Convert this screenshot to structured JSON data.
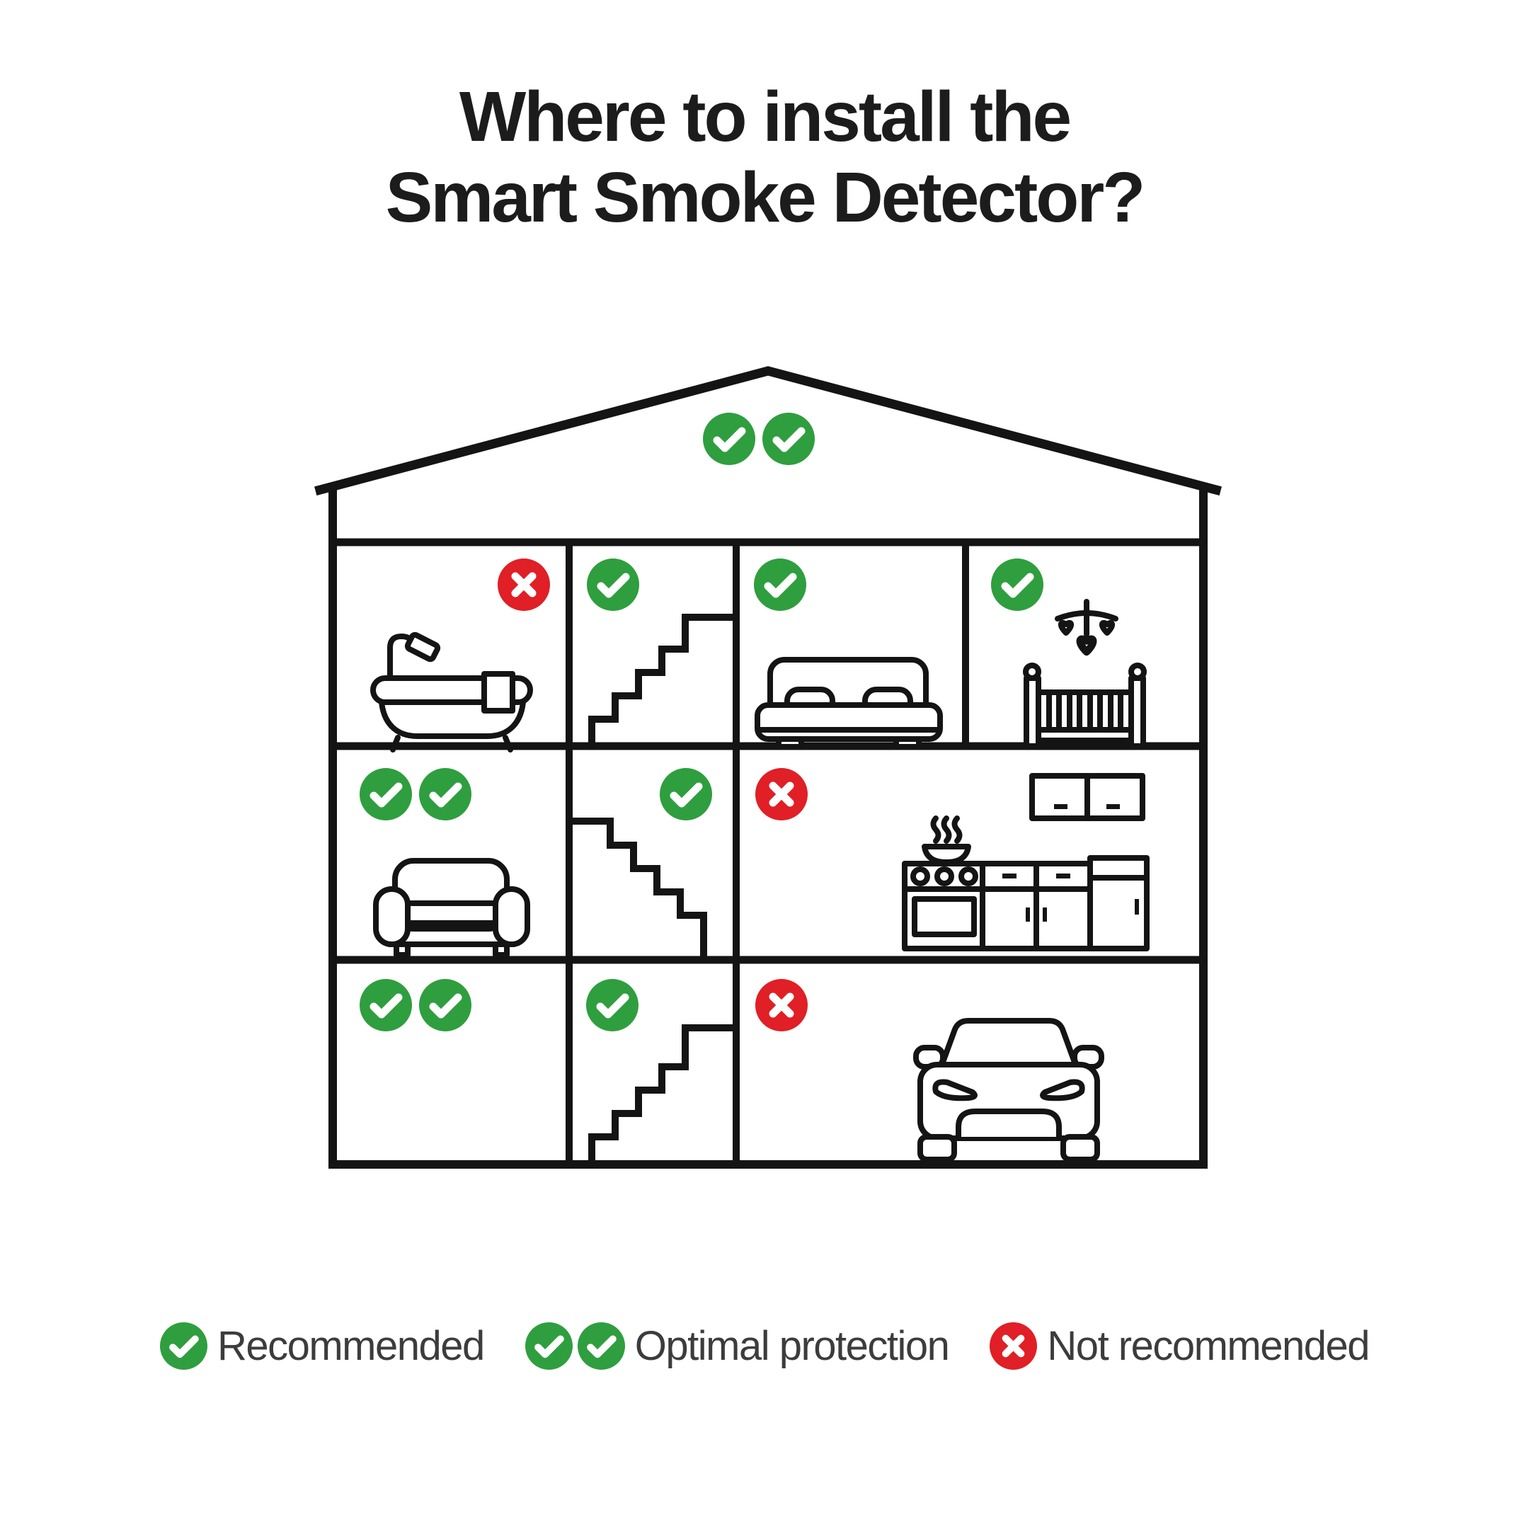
{
  "title": {
    "line1": "Where to install the",
    "line2": "Smart Smoke Detector?"
  },
  "colors": {
    "green": "#2f9e3f",
    "red": "#e01f26",
    "line": "#141414",
    "title_text": "#1c1c1c",
    "legend_text": "#3c3c3c",
    "background": "#ffffff",
    "mark_glyph": "#ffffff"
  },
  "house": {
    "rooms": [
      {
        "name": "attic",
        "icon": null,
        "marks": [
          "check",
          "check"
        ]
      },
      {
        "name": "bathroom",
        "icon": "bathtub-icon",
        "marks": [
          "x"
        ]
      },
      {
        "name": "staircase-upper",
        "icon": "staircase-icon",
        "marks": [
          "check"
        ]
      },
      {
        "name": "bedroom",
        "icon": "bed-icon",
        "marks": [
          "check"
        ]
      },
      {
        "name": "nursery",
        "icon": "crib-icon",
        "marks": [
          "check"
        ]
      },
      {
        "name": "living-room",
        "icon": "armchair-icon",
        "marks": [
          "check",
          "check"
        ]
      },
      {
        "name": "staircase-middle",
        "icon": "staircase-icon",
        "marks": [
          "check"
        ]
      },
      {
        "name": "kitchen",
        "icon": "kitchen-icon",
        "marks": [
          "x"
        ]
      },
      {
        "name": "cellar-room",
        "icon": null,
        "marks": [
          "check",
          "check"
        ]
      },
      {
        "name": "staircase-lower",
        "icon": "staircase-icon",
        "marks": [
          "check"
        ]
      },
      {
        "name": "garage",
        "icon": "car-icon",
        "marks": [
          "x"
        ]
      }
    ]
  },
  "legend": {
    "items": [
      {
        "marks": [
          "check"
        ],
        "label": "Recommended"
      },
      {
        "marks": [
          "check",
          "check"
        ],
        "label": "Optimal protection"
      },
      {
        "marks": [
          "x"
        ],
        "label": "Not recommended"
      }
    ]
  }
}
